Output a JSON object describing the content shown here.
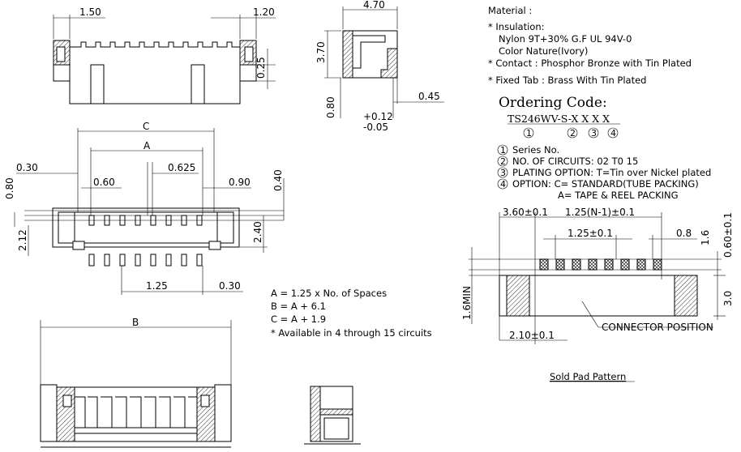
{
  "material": {
    "heading": "Material :",
    "insulation_label": "* Insulation:",
    "insulation_spec": "Nylon 9T+30% G.F UL 94V-0",
    "color": "Color Nature(Ivory)",
    "contact": "* Contact : Phosphor Bronze with Tin Plated",
    "fixed_tab": "* Fixed Tab : Brass With Tin Plated"
  },
  "ordering": {
    "title": "Ordering Code:",
    "part_number": "TS246WV-S-X X X X",
    "markers": [
      "1",
      "2",
      "3",
      "4"
    ],
    "items": [
      "Series No.",
      "NO. OF CIRCUITS: 02 T0 15",
      "PLATING OPTION: T=Tin over Nickel plated",
      "OPTION: C= STANDARD(TUBE PACKING)"
    ],
    "option_line2": "A= TAPE & REEL PACKING"
  },
  "formulas": [
    "A = 1.25 x No. of Spaces",
    "B = A + 6.1",
    "C = A + 1.9",
    "* Available in 4 through 15 circuits"
  ],
  "dims": {
    "top_left": "1.50",
    "top_right": "1.20",
    "side_height": "0.25",
    "side_width": "4.70",
    "side_height2": "3.70",
    "side_small": "0.45",
    "side_tol_plus": "+0.12",
    "side_tol_minus": "-0.05",
    "side_bottom": "0.80",
    "c_label": "C",
    "a_label": "A",
    "d030_top": "0.30",
    "d060": "0.60",
    "d0625": "0.625",
    "d090": "0.90",
    "d080": "0.80",
    "d040": "0.40",
    "d240": "2.40",
    "d212": "2.12",
    "pitch": "1.25",
    "d030_bot": "0.30",
    "b_label": "B"
  },
  "pad": {
    "d360": "3.60±0.1",
    "d125n": "1.25(N-1)±0.1",
    "d125": "1.25±0.1",
    "d08": "0.8",
    "d16": "1.6",
    "d060": "0.60±0.1",
    "d16min": "1.6MIN",
    "d30": "3.0",
    "d210": "2.10±0.1",
    "connector_position": "CONNECTOR POSITION",
    "caption": "Sold Pad Pattern"
  }
}
